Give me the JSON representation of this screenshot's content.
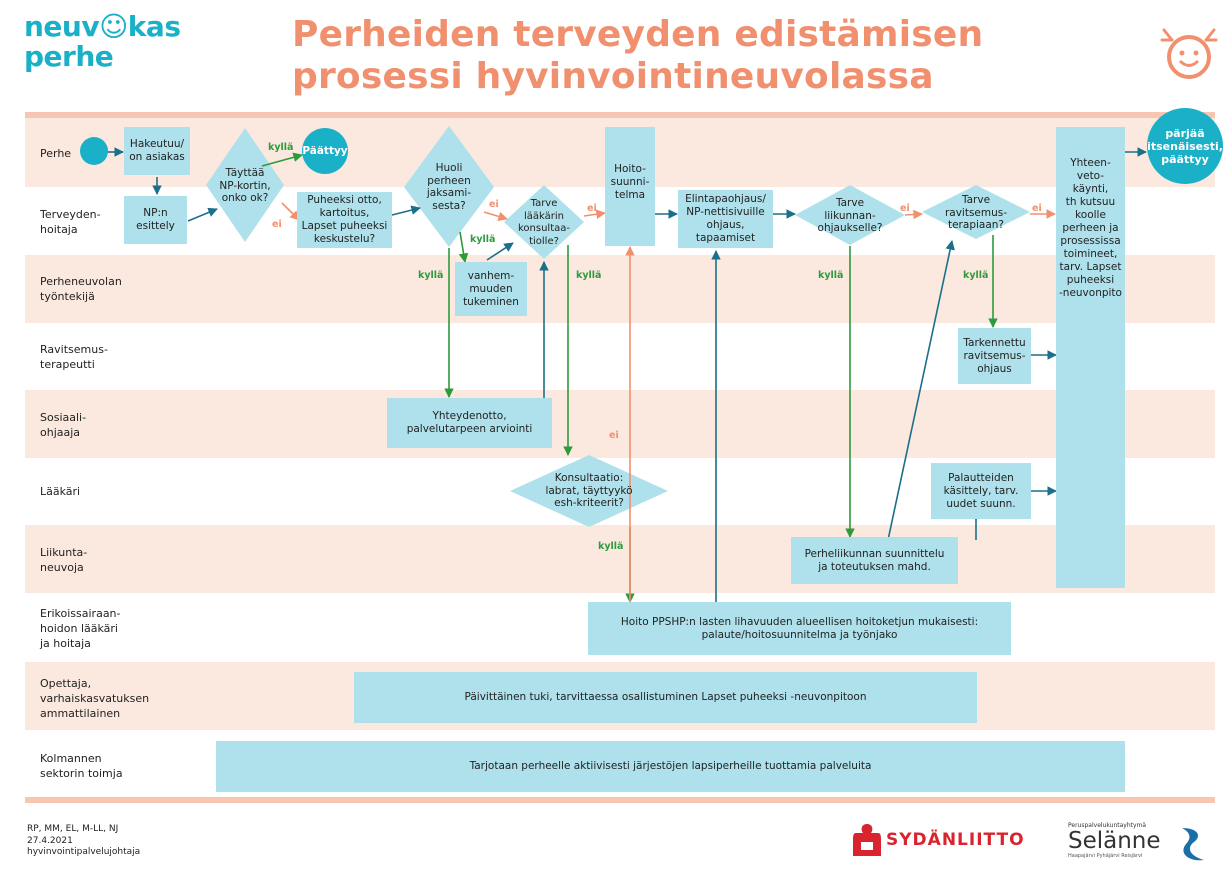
{
  "brand": {
    "line1": "neuv☺kas",
    "line2": "perhe"
  },
  "title": {
    "line1": "Perheiden terveyden edistämisen",
    "line2": "prosessi hyvinvointineuvolassa"
  },
  "lanes": [
    "Perhe",
    "Terveyden-\nhoitaja",
    "Perheneuvolan\ntyöntekijä",
    "Ravitsemus-\nterapeutti",
    "Sosiaali-\nohjaaja",
    "Lääkäri",
    "Liikunta-\nneuvoja",
    "Erikoissairaan-\nhoidon lääkäri\nja hoitaja",
    "Opettaja,\nvarhaiskasvatuksen\nammattilainen",
    "Kolmannen\nsektorin toimja"
  ],
  "nodes": {
    "hakeutuu": "Hakeutuu/\non asiakas",
    "np_esittely": "NP:n\nesittely",
    "tayttaa": "Täyttää\nNP-kortin,\nonko ok?",
    "paattyy": "Päättyy",
    "puheeksi": "Puheeksi otto,\nkartoitus,\nLapset puheeksi\nkeskustelu?",
    "huoli": "Huoli\nperheen\njaksami-\nsesta?",
    "vanhemmuuden": "vanhem-\nmuuden\ntukeminen",
    "tarve_laakarin": "Tarve\nlääkärin\nkonsultaa-\ntiolle?",
    "hoitosuunnitelma": "Hoito-\nsuunni-\ntelma",
    "elintapaohjaus": "Elintapaohjaus/\nNP-nettisivuille\nohjaus,\ntapaamiset",
    "tarve_liikunnan": "Tarve\nliikunnan-\nohjaukselle?",
    "tarve_ravitsemus": "Tarve\nravitsemus-\nterapiaan?",
    "yhteenveto": "Yhteen-\nveto-\nkäynti,\nth kutsuu\nkoolle\nperheen ja\nprosessissa\ntoimineet,\ntarv. Lapset\npuheeksi\n-neuvonpito",
    "parjaa": "pärjää\nitsenäisesti,\npäättyy",
    "tarkennettu": "Tarkennettu\nravitsemus-\nohjaus",
    "yhteydenotto": "Yhteydenotto,\npalvelutarpeen arviointi",
    "konsultaatio": "Konsultaatio:\nlabrat, täyttyykö\nesh-kriteerit?",
    "palautteiden": "Palautteiden\nkäsittely, tarv.\nuudet suunn.",
    "perheliikunnan": "Perheliikunnan suunnittelu\nja toteutuksen mahd.",
    "hoito_ppshp": "Hoito PPSHP:n lasten lihavuuden alueellisen hoitoketjun mukaisesti:\npalaute/hoitosuunnitelma ja työnjako",
    "paivittainen": "Päivittäinen tuki, tarvittaessa osallistuminen Lapset puheeksi -neuvonpitoon",
    "tarjotaan": "Tarjotaan perheelle aktiivisesti järjestöjen lapsiperheille tuottamia palveluita"
  },
  "labels": {
    "yes": "kyllä",
    "no": "ei"
  },
  "footer": {
    "line1": "RP, MM, EL, M-LL, NJ",
    "line2": "27.4.2021",
    "line3": "hyvinvointipalvelujohtaja"
  },
  "logos": {
    "sydanliitto": "SYDÄNLIITTO",
    "selanne_top": "Peruspalvelukuntayhtymä",
    "selanne": "Selänne",
    "selanne_sub": "Haapajärvi Pyhäjärvi Reisjärvi"
  },
  "colors": {
    "accent": "#1ab0c8",
    "title": "#f0906f",
    "box": "#aee1eb",
    "lane_pink": "#fbe9e0",
    "yes": "#2e9a3c",
    "no": "#f0906f",
    "logo_red": "#d9232e"
  }
}
